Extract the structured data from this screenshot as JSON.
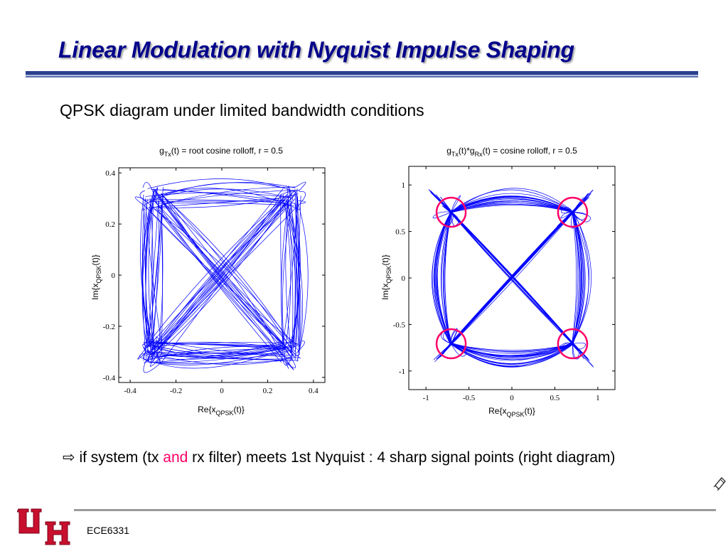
{
  "slide": {
    "title": "Linear Modulation with Nyquist Impulse Shaping",
    "subtitle": "QPSK diagram under limited bandwidth conditions",
    "bullet": {
      "arrow": "⇨",
      "before": "if  system (tx ",
      "highlight": "and",
      "after": " rx filter) meets 1st Nyquist : 4 sharp signal points (right diagram)"
    },
    "footer": "ECE6331",
    "logo_text": "UH",
    "colors": {
      "title": "#00008b",
      "trace": "#0000ff",
      "circle": "#ff0066",
      "highlight": "#ff0066",
      "rule": "#9a9a9a",
      "logo": "#c8102e"
    }
  },
  "chart_data": [
    {
      "type": "scatter",
      "title_parts": [
        "g",
        "Tx",
        "(t) = root cosine rolloff, r = 0.5"
      ],
      "xlabel_parts": [
        "Re{x",
        "QPSK",
        "(t)}"
      ],
      "ylabel_parts": [
        "Im{x",
        "QPSK",
        "(t)}"
      ],
      "xlim": [
        -0.45,
        0.45
      ],
      "ylim": [
        -0.42,
        0.42
      ],
      "xticks": [
        -0.4,
        -0.2,
        0,
        0.2,
        0.4
      ],
      "xtick_labels": [
        "-0.4",
        "-0.2",
        "0",
        "0.2",
        "0.4"
      ],
      "yticks": [
        -0.4,
        -0.2,
        0,
        0.2,
        0.4
      ],
      "ytick_labels": [
        "-0.4",
        "-0.2",
        "0",
        "0.2",
        "0.4"
      ],
      "constellation_points": [
        [
          0.3,
          0.3
        ],
        [
          -0.3,
          0.3
        ],
        [
          -0.3,
          -0.3
        ],
        [
          0.3,
          -0.3
        ]
      ],
      "circles": [],
      "grid": false
    },
    {
      "type": "scatter",
      "title_parts": [
        "g",
        "Tx",
        "(t)*g",
        "Rx",
        "(t) = cosine rolloff, r = 0.5"
      ],
      "xlabel_parts": [
        "Re{x",
        "QPSK",
        "(t)}"
      ],
      "ylabel_parts": [
        "Im{x",
        "QPSK",
        "(t)}"
      ],
      "xlim": [
        -1.2,
        1.2
      ],
      "ylim": [
        -1.2,
        1.2
      ],
      "xticks": [
        -1,
        -0.5,
        0,
        0.5,
        1
      ],
      "xtick_labels": [
        "-1",
        "-0.5",
        "0",
        "0.5",
        "1"
      ],
      "yticks": [
        -1,
        -0.5,
        0,
        0.5,
        1
      ],
      "ytick_labels": [
        "-1",
        "-0.5",
        "0",
        "0.5",
        "1"
      ],
      "constellation_points": [
        [
          0.707,
          0.707
        ],
        [
          -0.707,
          0.707
        ],
        [
          -0.707,
          -0.707
        ],
        [
          0.707,
          -0.707
        ]
      ],
      "circles": [
        [
          0.707,
          0.707
        ],
        [
          -0.707,
          0.707
        ],
        [
          -0.707,
          -0.707
        ],
        [
          0.707,
          -0.707
        ]
      ],
      "circle_radius": 0.17,
      "grid": false
    }
  ]
}
